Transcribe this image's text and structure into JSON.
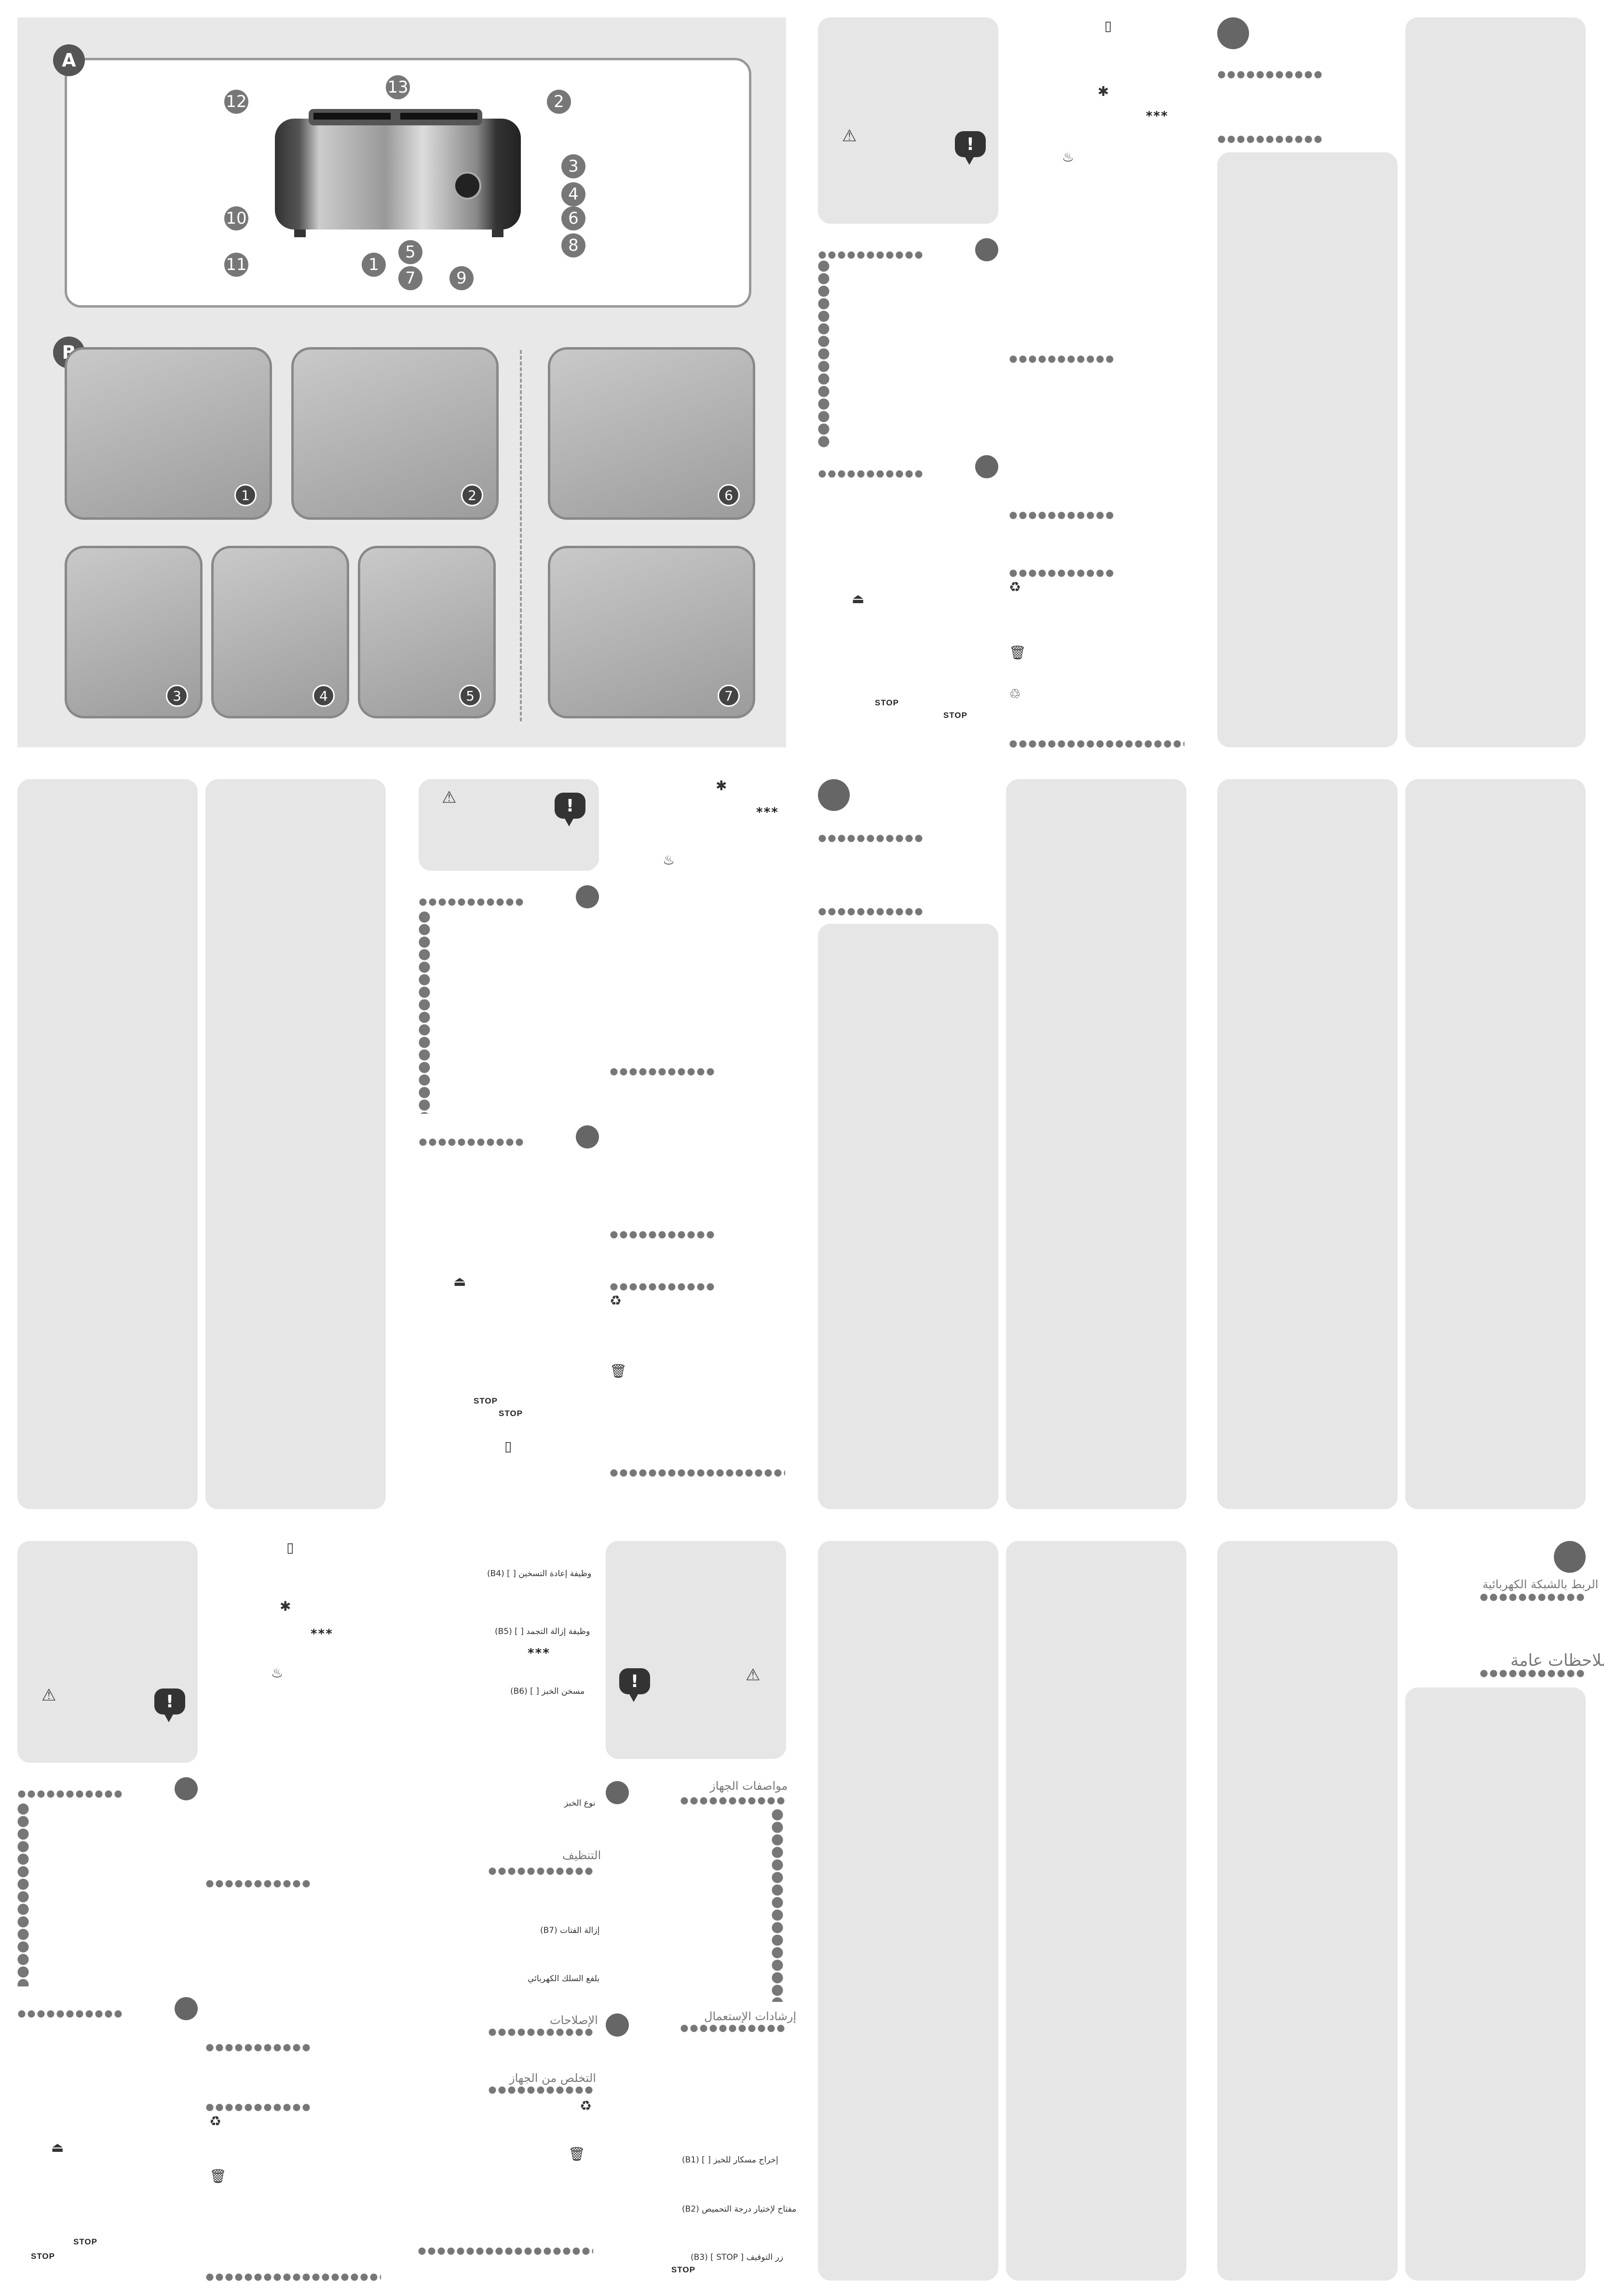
{
  "figures": {
    "a_label": "A",
    "b_label": "B",
    "callouts": [
      "1",
      "2",
      "3",
      "4",
      "5",
      "6",
      "7",
      "8",
      "9",
      "10",
      "11",
      "12",
      "13"
    ],
    "photo_steps": [
      "1",
      "2",
      "3",
      "4",
      "5",
      "6",
      "7"
    ]
  },
  "symbols": {
    "stop": "STOP",
    "stars": "***",
    "warning": "!"
  },
  "arabic": {
    "reheat": "وظيفة إعادة التسخين [ ] (B4)",
    "defrost": "وظيفة إزالة التجمد [ ] (B5)",
    "stars": "***",
    "bun": "مسخن الخبز [ ] (B6)",
    "bread_type": "نوع الخبز",
    "cleaning": "التنظيف",
    "crumbs": "إزالة الفتات (B7)",
    "cord": "بلفع السلك الكهربائي",
    "repairs": "الإصلاحات",
    "disposal": "التخلص من الجهاز",
    "specs": "مواصفات الجهاز",
    "usage": "إرشادات الإستعمال",
    "lever": "إخراج مسكار للخبز [ ] (B1)",
    "dial": "مفتاح لإختيار درجة التحميص (B2)",
    "stop_btn": "زر التوقيف [ STOP ] (B3)",
    "stop": "STOP",
    "mains": "الربط بالشبكة الكهربائية",
    "general": "ملاحظات عامة"
  }
}
